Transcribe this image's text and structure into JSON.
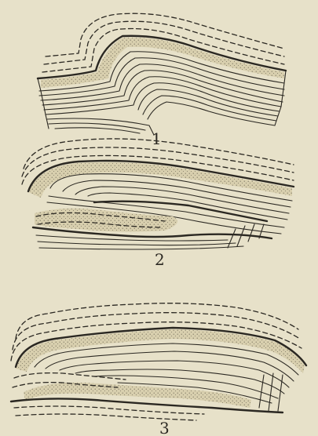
{
  "figures": [
    {
      "id": 1,
      "label": "1"
    },
    {
      "id": 2,
      "label": "2"
    },
    {
      "id": 3,
      "label": "3"
    }
  ]
}
